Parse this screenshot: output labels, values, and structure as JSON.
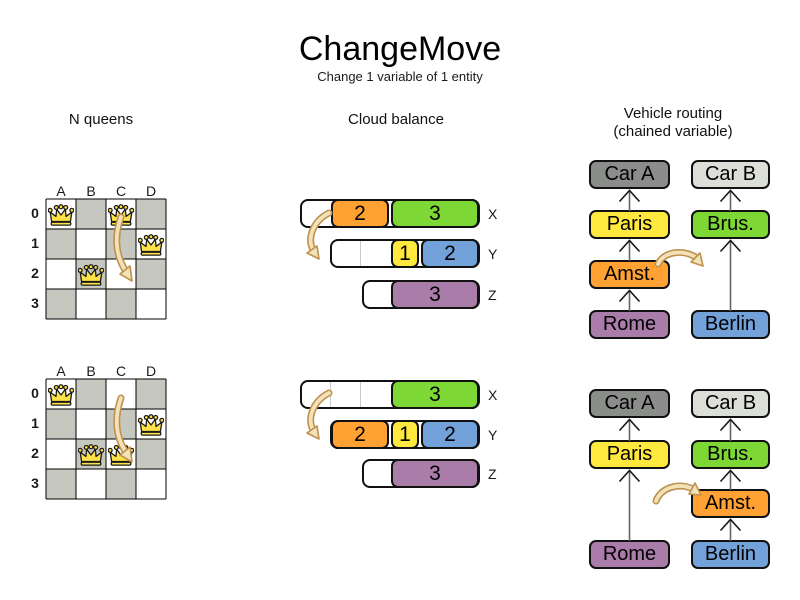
{
  "title": "ChangeMove",
  "subtitle": "Change 1 variable of 1 entity",
  "sections": {
    "nqueens": {
      "header": "N queens"
    },
    "cloud": {
      "header": "Cloud balance"
    },
    "vehicle": {
      "header": "Vehicle routing",
      "subheader": "(chained variable)"
    }
  },
  "colors": {
    "board_dark": "#c6c8c0",
    "board_light": "#ffffff",
    "queen_gold": "#ffe247",
    "orange": "#ffa233",
    "green": "#7dd835",
    "yellow": "#ffe93f",
    "blue": "#73a1d9",
    "purple": "#a97ca9",
    "car_a_gray": "#8b8d8b",
    "car_b_gray": "#dcded8",
    "arrow_fill": "#f3e2b8",
    "arrow_stroke": "#be9150",
    "chain_line": "#666666",
    "chain_head": "#1a1a1a"
  },
  "nqueens": {
    "col_labels": [
      "A",
      "B",
      "C",
      "D"
    ],
    "row_labels": [
      "0",
      "1",
      "2",
      "3"
    ],
    "before": {
      "queens": [
        "A0",
        "C0",
        "D1",
        "B2"
      ],
      "move": {
        "from": "C0",
        "to": "C2"
      }
    },
    "after": {
      "queens": [
        "A0",
        "D1",
        "B2",
        "C2"
      ],
      "move": {
        "from": "C0",
        "to": "C2"
      }
    }
  },
  "cloud": {
    "row_labels": [
      "X",
      "Y",
      "Z"
    ],
    "before": [
      {
        "computer": "X",
        "blocks": [
          {
            "value": "2",
            "color": "orange"
          },
          {
            "value": "3",
            "color": "green"
          }
        ]
      },
      {
        "computer": "Y",
        "blocks": [
          {
            "value": "1",
            "color": "yellow"
          },
          {
            "value": "2",
            "color": "blue"
          }
        ]
      },
      {
        "computer": "Z",
        "blocks": [
          {
            "value": "3",
            "color": "purple"
          }
        ]
      }
    ],
    "after": [
      {
        "computer": "X",
        "blocks": [
          {
            "value": "3",
            "color": "green"
          }
        ]
      },
      {
        "computer": "Y",
        "blocks": [
          {
            "value": "2",
            "color": "orange"
          },
          {
            "value": "1",
            "color": "yellow"
          },
          {
            "value": "2",
            "color": "blue"
          }
        ]
      },
      {
        "computer": "Z",
        "blocks": [
          {
            "value": "3",
            "color": "purple"
          }
        ]
      }
    ],
    "move": {
      "process": "2",
      "from": "X",
      "to": "Y"
    }
  },
  "vehicle": {
    "boxes": {
      "carA": {
        "label": "Car A",
        "color": "car_a_gray"
      },
      "carB": {
        "label": "Car B",
        "color": "car_b_gray"
      },
      "paris": {
        "label": "Paris",
        "color": "yellow"
      },
      "brus": {
        "label": "Brus.",
        "color": "green"
      },
      "amst": {
        "label": "Amst.",
        "color": "orange"
      },
      "rome": {
        "label": "Rome",
        "color": "purple"
      },
      "berlin": {
        "label": "Berlin",
        "color": "blue"
      }
    },
    "before": {
      "left": [
        {
          "id": "carA",
          "row": 0
        },
        {
          "id": "paris",
          "row": 1
        },
        {
          "id": "amst",
          "row": 2
        },
        {
          "id": "rome",
          "row": 3
        }
      ],
      "right": [
        {
          "id": "carB",
          "row": 0
        },
        {
          "id": "brus",
          "row": 1
        },
        {
          "id": "berlin",
          "row": 3
        }
      ]
    },
    "after": {
      "left": [
        {
          "id": "carA",
          "row": 0
        },
        {
          "id": "paris",
          "row": 1
        },
        {
          "id": "rome",
          "row": 3
        }
      ],
      "right": [
        {
          "id": "carB",
          "row": 0
        },
        {
          "id": "brus",
          "row": 1
        },
        {
          "id": "amst",
          "row": 2
        },
        {
          "id": "berlin",
          "row": 3
        }
      ]
    },
    "move": {
      "visit": "Amst.",
      "from": "Car A chain",
      "to": "Car B chain"
    }
  }
}
